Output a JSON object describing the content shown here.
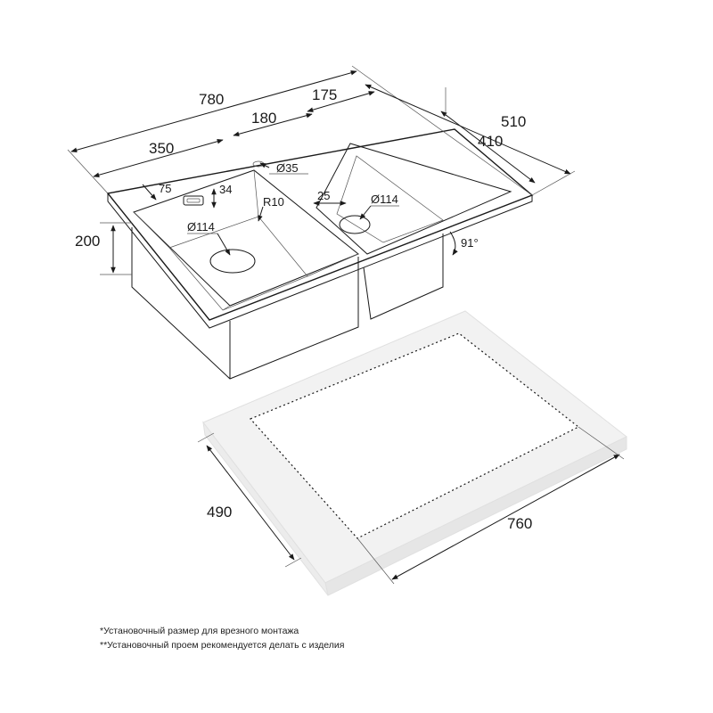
{
  "sink_dimensions": {
    "overall_length": "780",
    "left_bowl_width": "350",
    "middle_span": "180",
    "right_bowl_span": "175",
    "overall_depth": "510",
    "bowl_depth_span": "410",
    "bowl_height": "200",
    "offset_75": "75",
    "overflow_height": "34",
    "tap_hole": "Ø35",
    "corner_radius": "R10",
    "left_drain": "Ø114",
    "right_drain": "Ø114",
    "right_offset": "25",
    "angle": "91°"
  },
  "cutout_dimensions": {
    "width": "760",
    "depth": "490"
  },
  "notes": [
    "*Установочный размер для врезного монтажа",
    "**Установочный проем рекомендуется делать с изделия"
  ],
  "colors": {
    "line": "#1a1a1a",
    "countertop": "#f2f2f2",
    "countertop_edge": "#e6e6e6",
    "background": "#ffffff"
  }
}
